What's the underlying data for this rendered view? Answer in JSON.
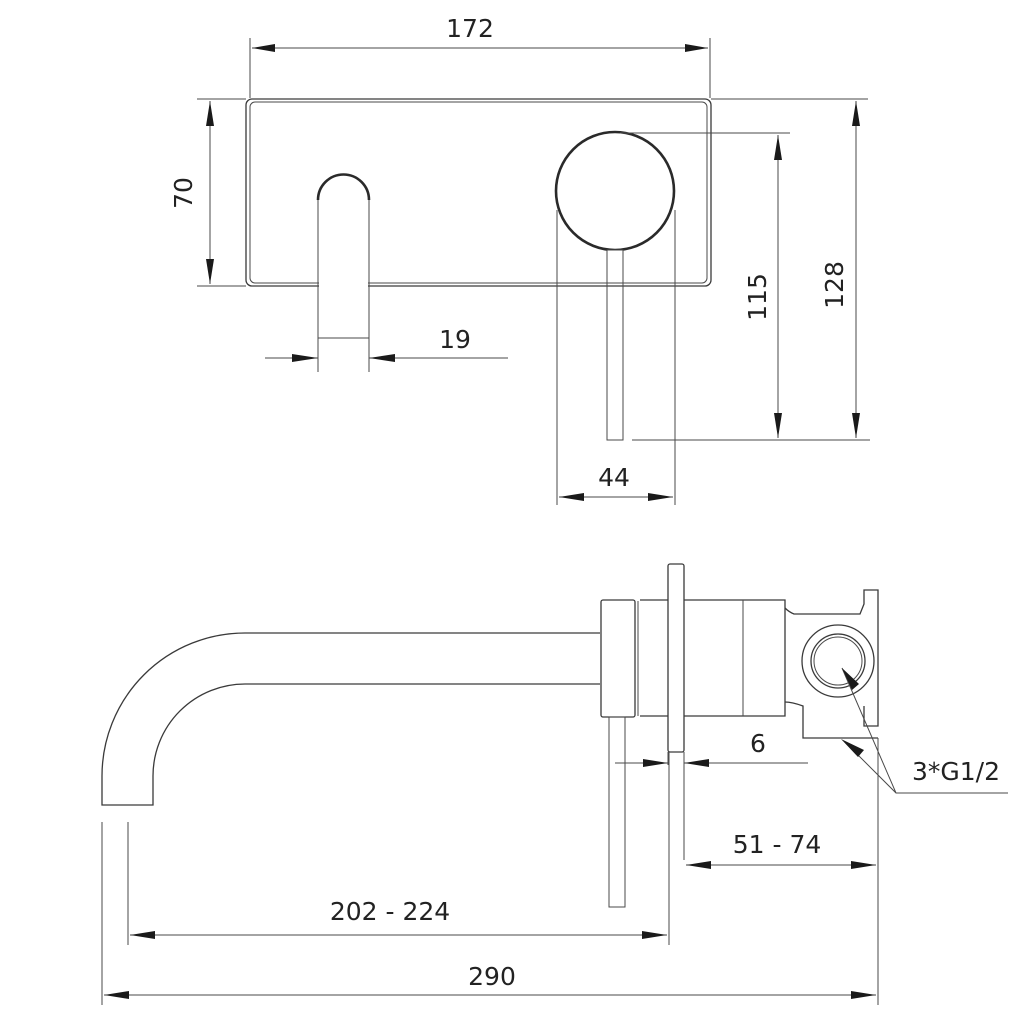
{
  "drawing": {
    "subject": "Wall-mounted basin mixer with spout — technical dimension drawing",
    "units": "mm",
    "line_color": "#3a3a3a",
    "background": "#ffffff"
  },
  "front_view": {
    "dimensions": {
      "plate_width": "172",
      "plate_height": "70",
      "spout_width": "19",
      "handle_diameter": "44",
      "handle_lever_height": "115",
      "overall_height": "128"
    }
  },
  "side_view": {
    "dimensions": {
      "plate_thickness": "6",
      "wall_depth_range": "51 - 74",
      "spout_projection_range": "202 - 224",
      "overall_length": "290"
    },
    "annotations": {
      "connections": "3*G1/2"
    }
  }
}
